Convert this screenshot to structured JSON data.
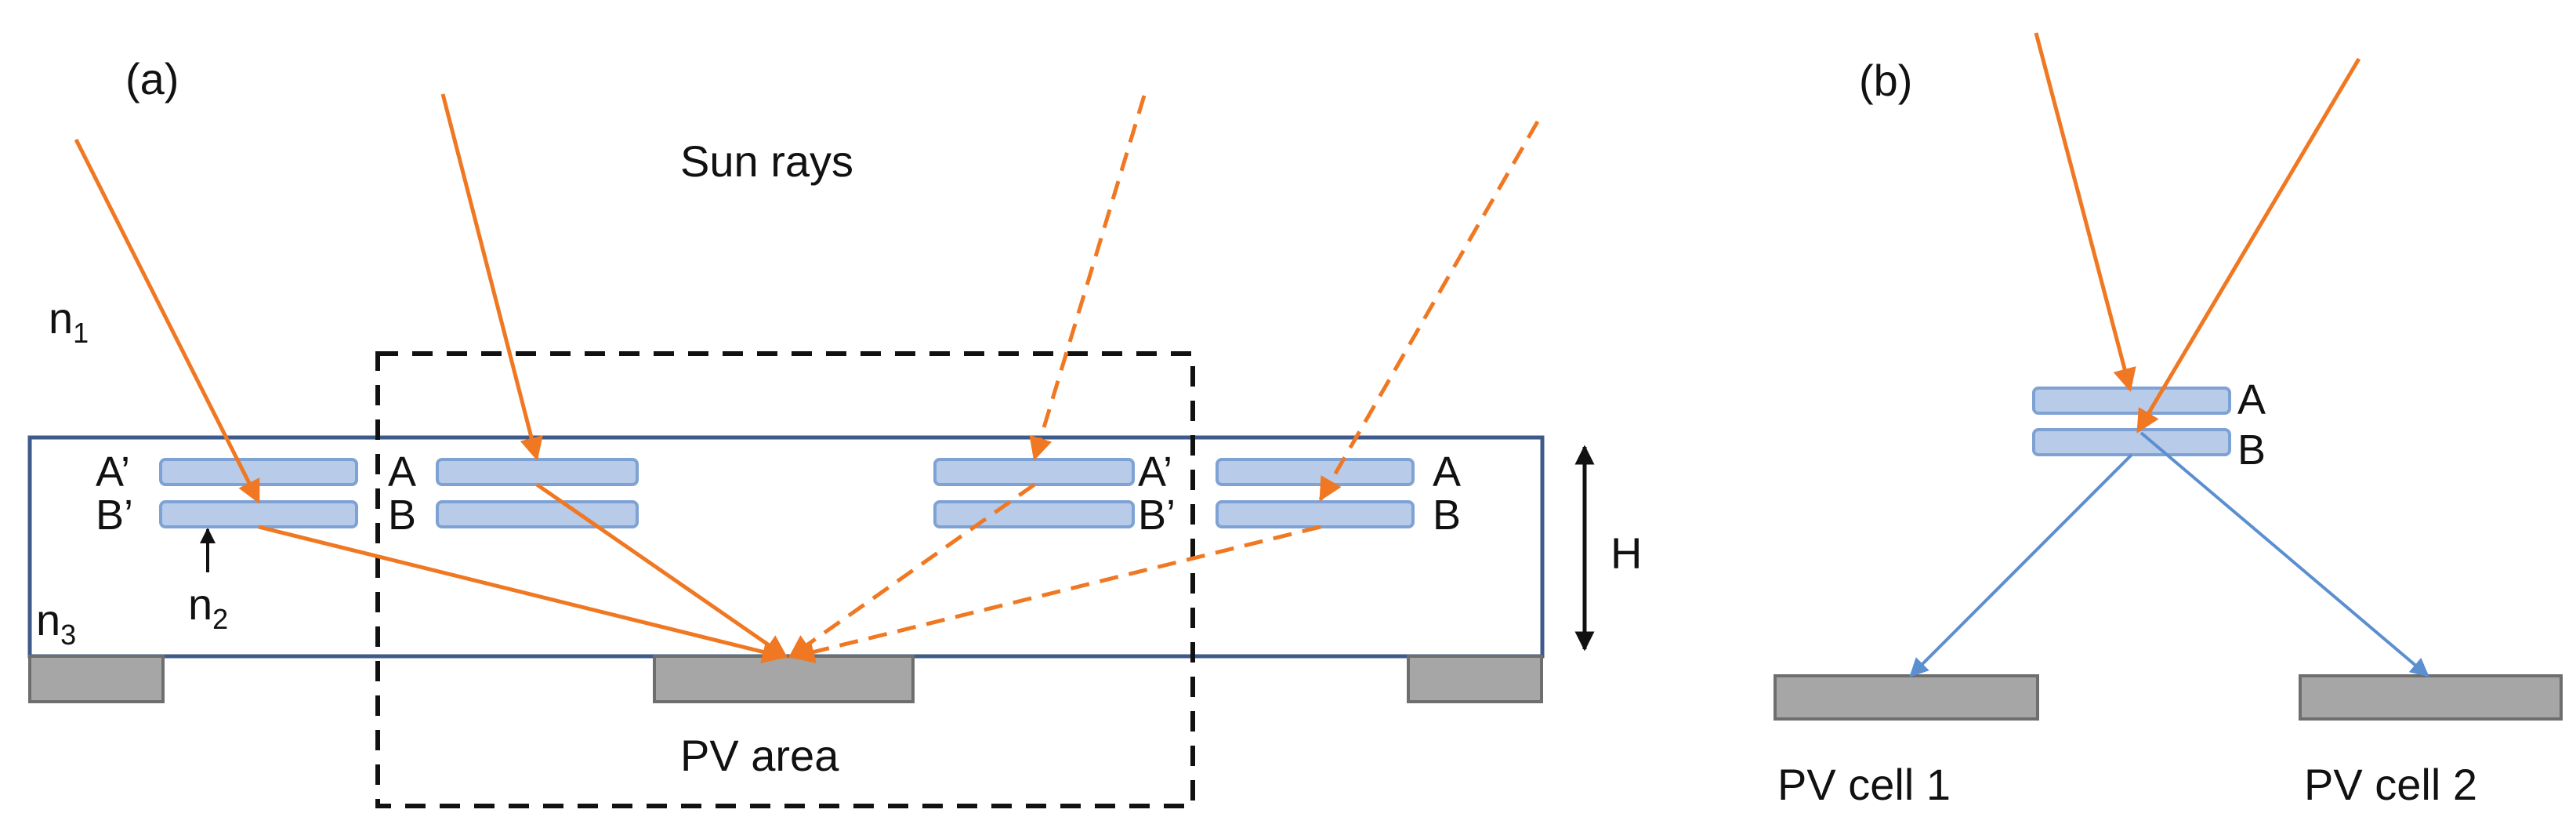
{
  "panel_a": {
    "label": "(a)",
    "sun_rays": "Sun rays",
    "n1": {
      "base": "n",
      "sub": "1"
    },
    "n2": {
      "base": "n",
      "sub": "2"
    },
    "n3": {
      "base": "n",
      "sub": "3"
    },
    "height": "H",
    "pv_area": "PV area",
    "layer_a_prime": "A’",
    "layer_b_prime": "B’",
    "layer_a": "A",
    "layer_b": "B"
  },
  "panel_b": {
    "label": "(b)",
    "layer_a": "A",
    "layer_b": "B",
    "pv_cell_1": "PV cell 1",
    "pv_cell_2": "PV cell 2"
  },
  "colors": {
    "ray": "#f07822",
    "redirected_ray": "#5b8fd0",
    "waveguide_border": "#3d5a8a",
    "layer_fill": "#b8cbe8",
    "layer_stroke": "#7fa2d4",
    "pv": "#a6a6a6",
    "pv_stroke": "#6e6e6e",
    "dashed_box": "#111111"
  }
}
